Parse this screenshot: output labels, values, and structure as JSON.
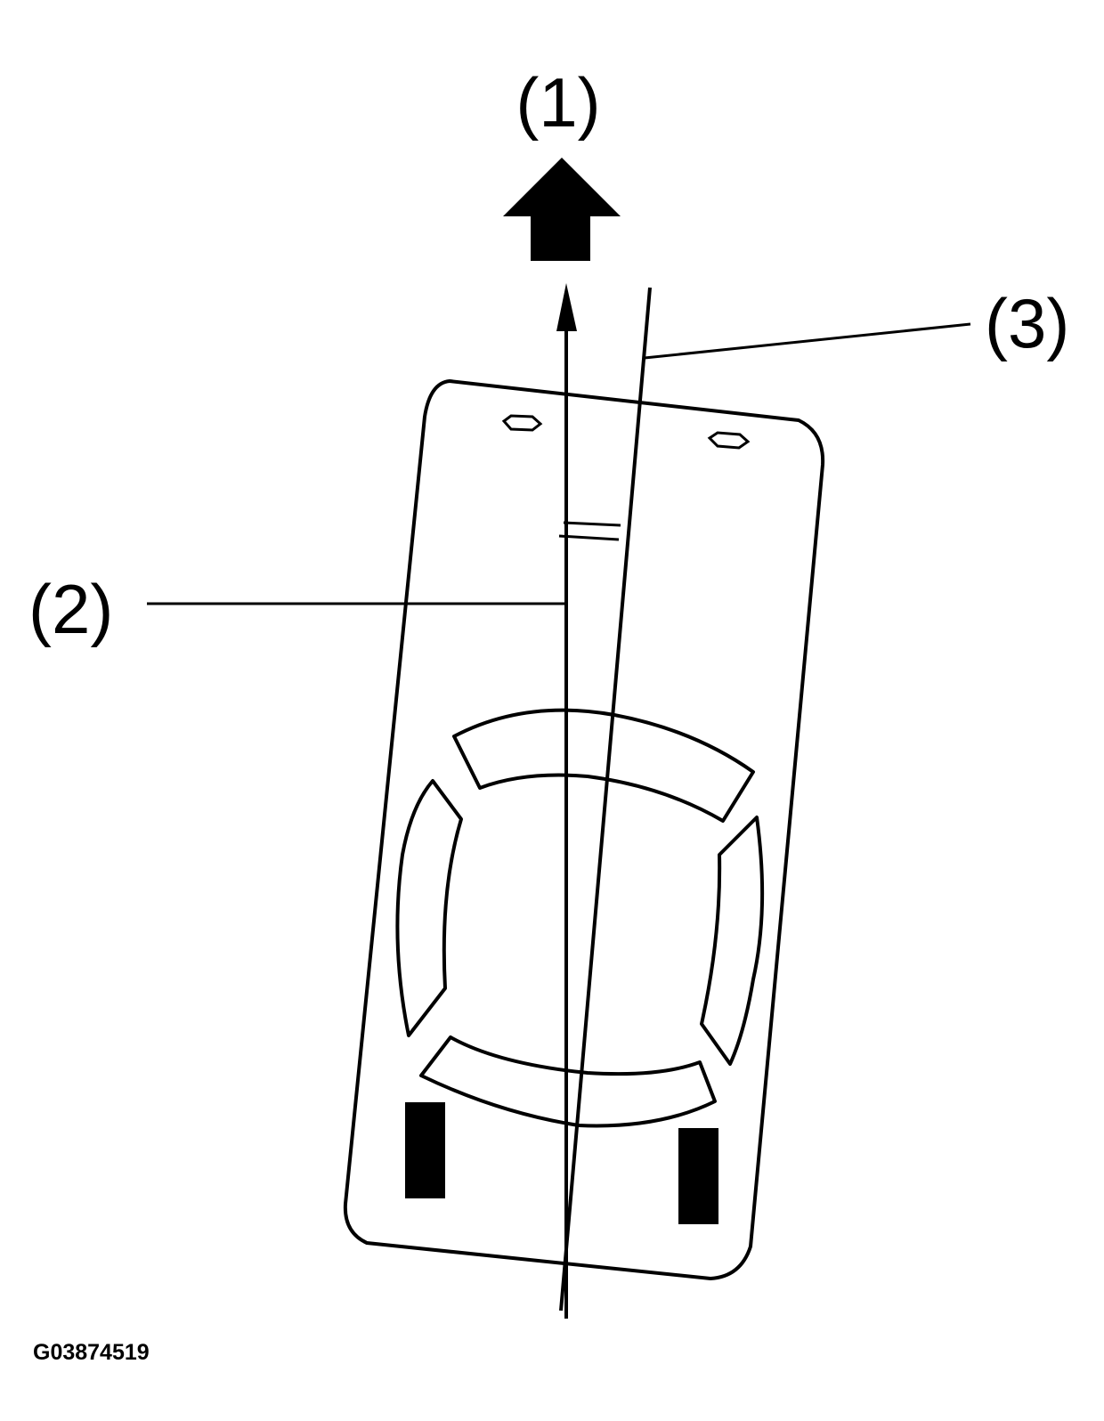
{
  "diagram": {
    "callouts": {
      "label_1": "(1)",
      "label_2": "(2)",
      "label_3": "(3)"
    },
    "figure_id": "G03874519",
    "colors": {
      "ink": "#000000",
      "background": "#ffffff"
    }
  }
}
